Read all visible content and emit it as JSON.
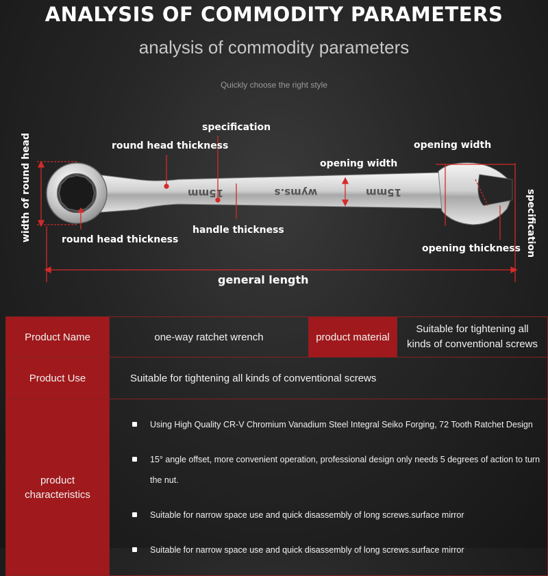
{
  "header": {
    "title": "ANALYSIS OF COMMODITY PARAMETERS",
    "subtitle": "analysis of commodity parameters",
    "tagline": "Quickly choose the right style"
  },
  "diagram": {
    "labels": {
      "specification_top": "specification",
      "round_head_thickness_top": "round head thickness",
      "opening_width_mid": "opening width",
      "opening_width_right": "opening width",
      "width_of_round_head": "width of round head",
      "specification_right": "specification",
      "round_head_thickness_bottom": "round head thickness",
      "handle_thickness": "handle thickness",
      "opening_thickness": "opening thickness",
      "general_length": "general length"
    },
    "wrench_engravings": {
      "left_size": "15mm",
      "brand": "wyms.s",
      "right_size": "15mm"
    },
    "colors": {
      "dimension_line": "#d42a2a",
      "metal": "#d8d8d8"
    }
  },
  "table": {
    "row1": {
      "name_label": "Product Name",
      "name_value": "one-way ratchet wrench",
      "material_label": "product material",
      "material_value": "Suitable for tightening all kinds of conventional screws"
    },
    "row2": {
      "use_label": "Product Use",
      "use_value": "Suitable for tightening all kinds of conventional screws"
    },
    "row3": {
      "characteristics_label": "product characteristics",
      "features": [
        "Using High Quality CR-V Chromium Vanadium Steel Integral Seiko Forging, 72 Tooth Ratchet Design",
        "15° angle offset, more convenient operation, professional design only needs 5 degrees of action to turn the nut.",
        "Suitable for narrow space use and quick disassembly of long screws.surface mirror",
        "Suitable for narrow space use and quick disassembly of long screws.surface mirror"
      ]
    },
    "colors": {
      "header_bg": "#a0191c",
      "border": "#8a2020"
    }
  }
}
